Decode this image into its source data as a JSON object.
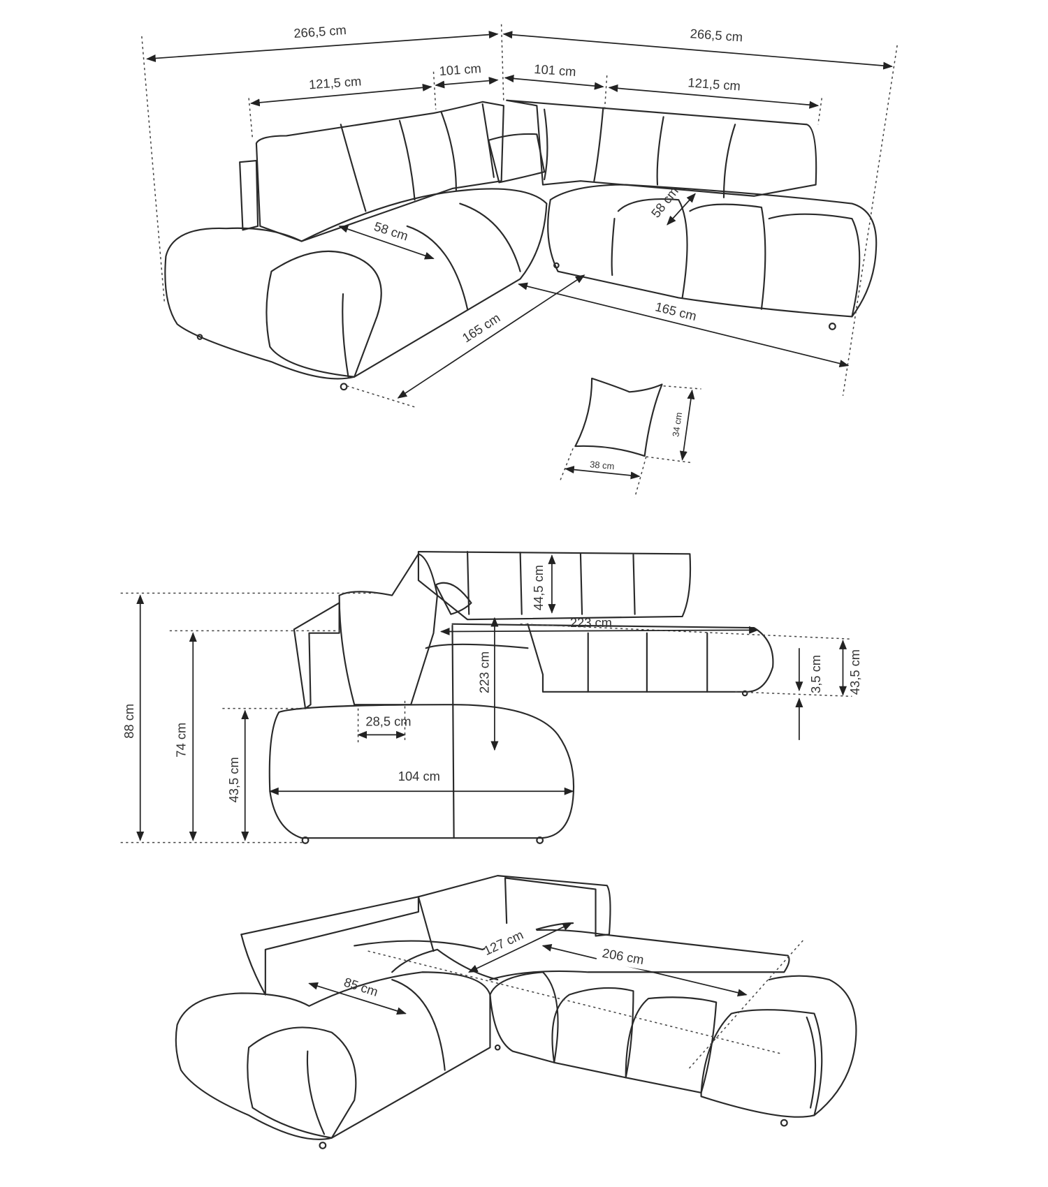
{
  "top_view": {
    "width_left": "266,5 cm",
    "width_right": "266,5 cm",
    "back_left": "121,5 cm",
    "corner_left": "101 cm",
    "corner_right": "101 cm",
    "back_right": "121,5 cm",
    "seat_depth_left": "58 cm",
    "seat_depth_right": "58 cm",
    "depth_left": "165 cm",
    "depth_right": "165 cm"
  },
  "pillow": {
    "width": "38 cm",
    "height": "34 cm"
  },
  "front_view": {
    "total_height": "88 cm",
    "back_height": "74 cm",
    "seat_height": "43,5 cm",
    "cushion_height": "44,5 cm",
    "length_back": "223 cm",
    "length_side": "223 cm",
    "leg_height": "3,5 cm",
    "seat_height_right": "43,5 cm",
    "armrest_width": "28,5 cm",
    "chaise_depth": "104 cm"
  },
  "bed_view": {
    "bed_width": "127 cm",
    "bed_length": "206 cm",
    "side_depth": "85 cm"
  },
  "colors": {
    "line": "#2a2a2a",
    "background": "#ffffff"
  }
}
